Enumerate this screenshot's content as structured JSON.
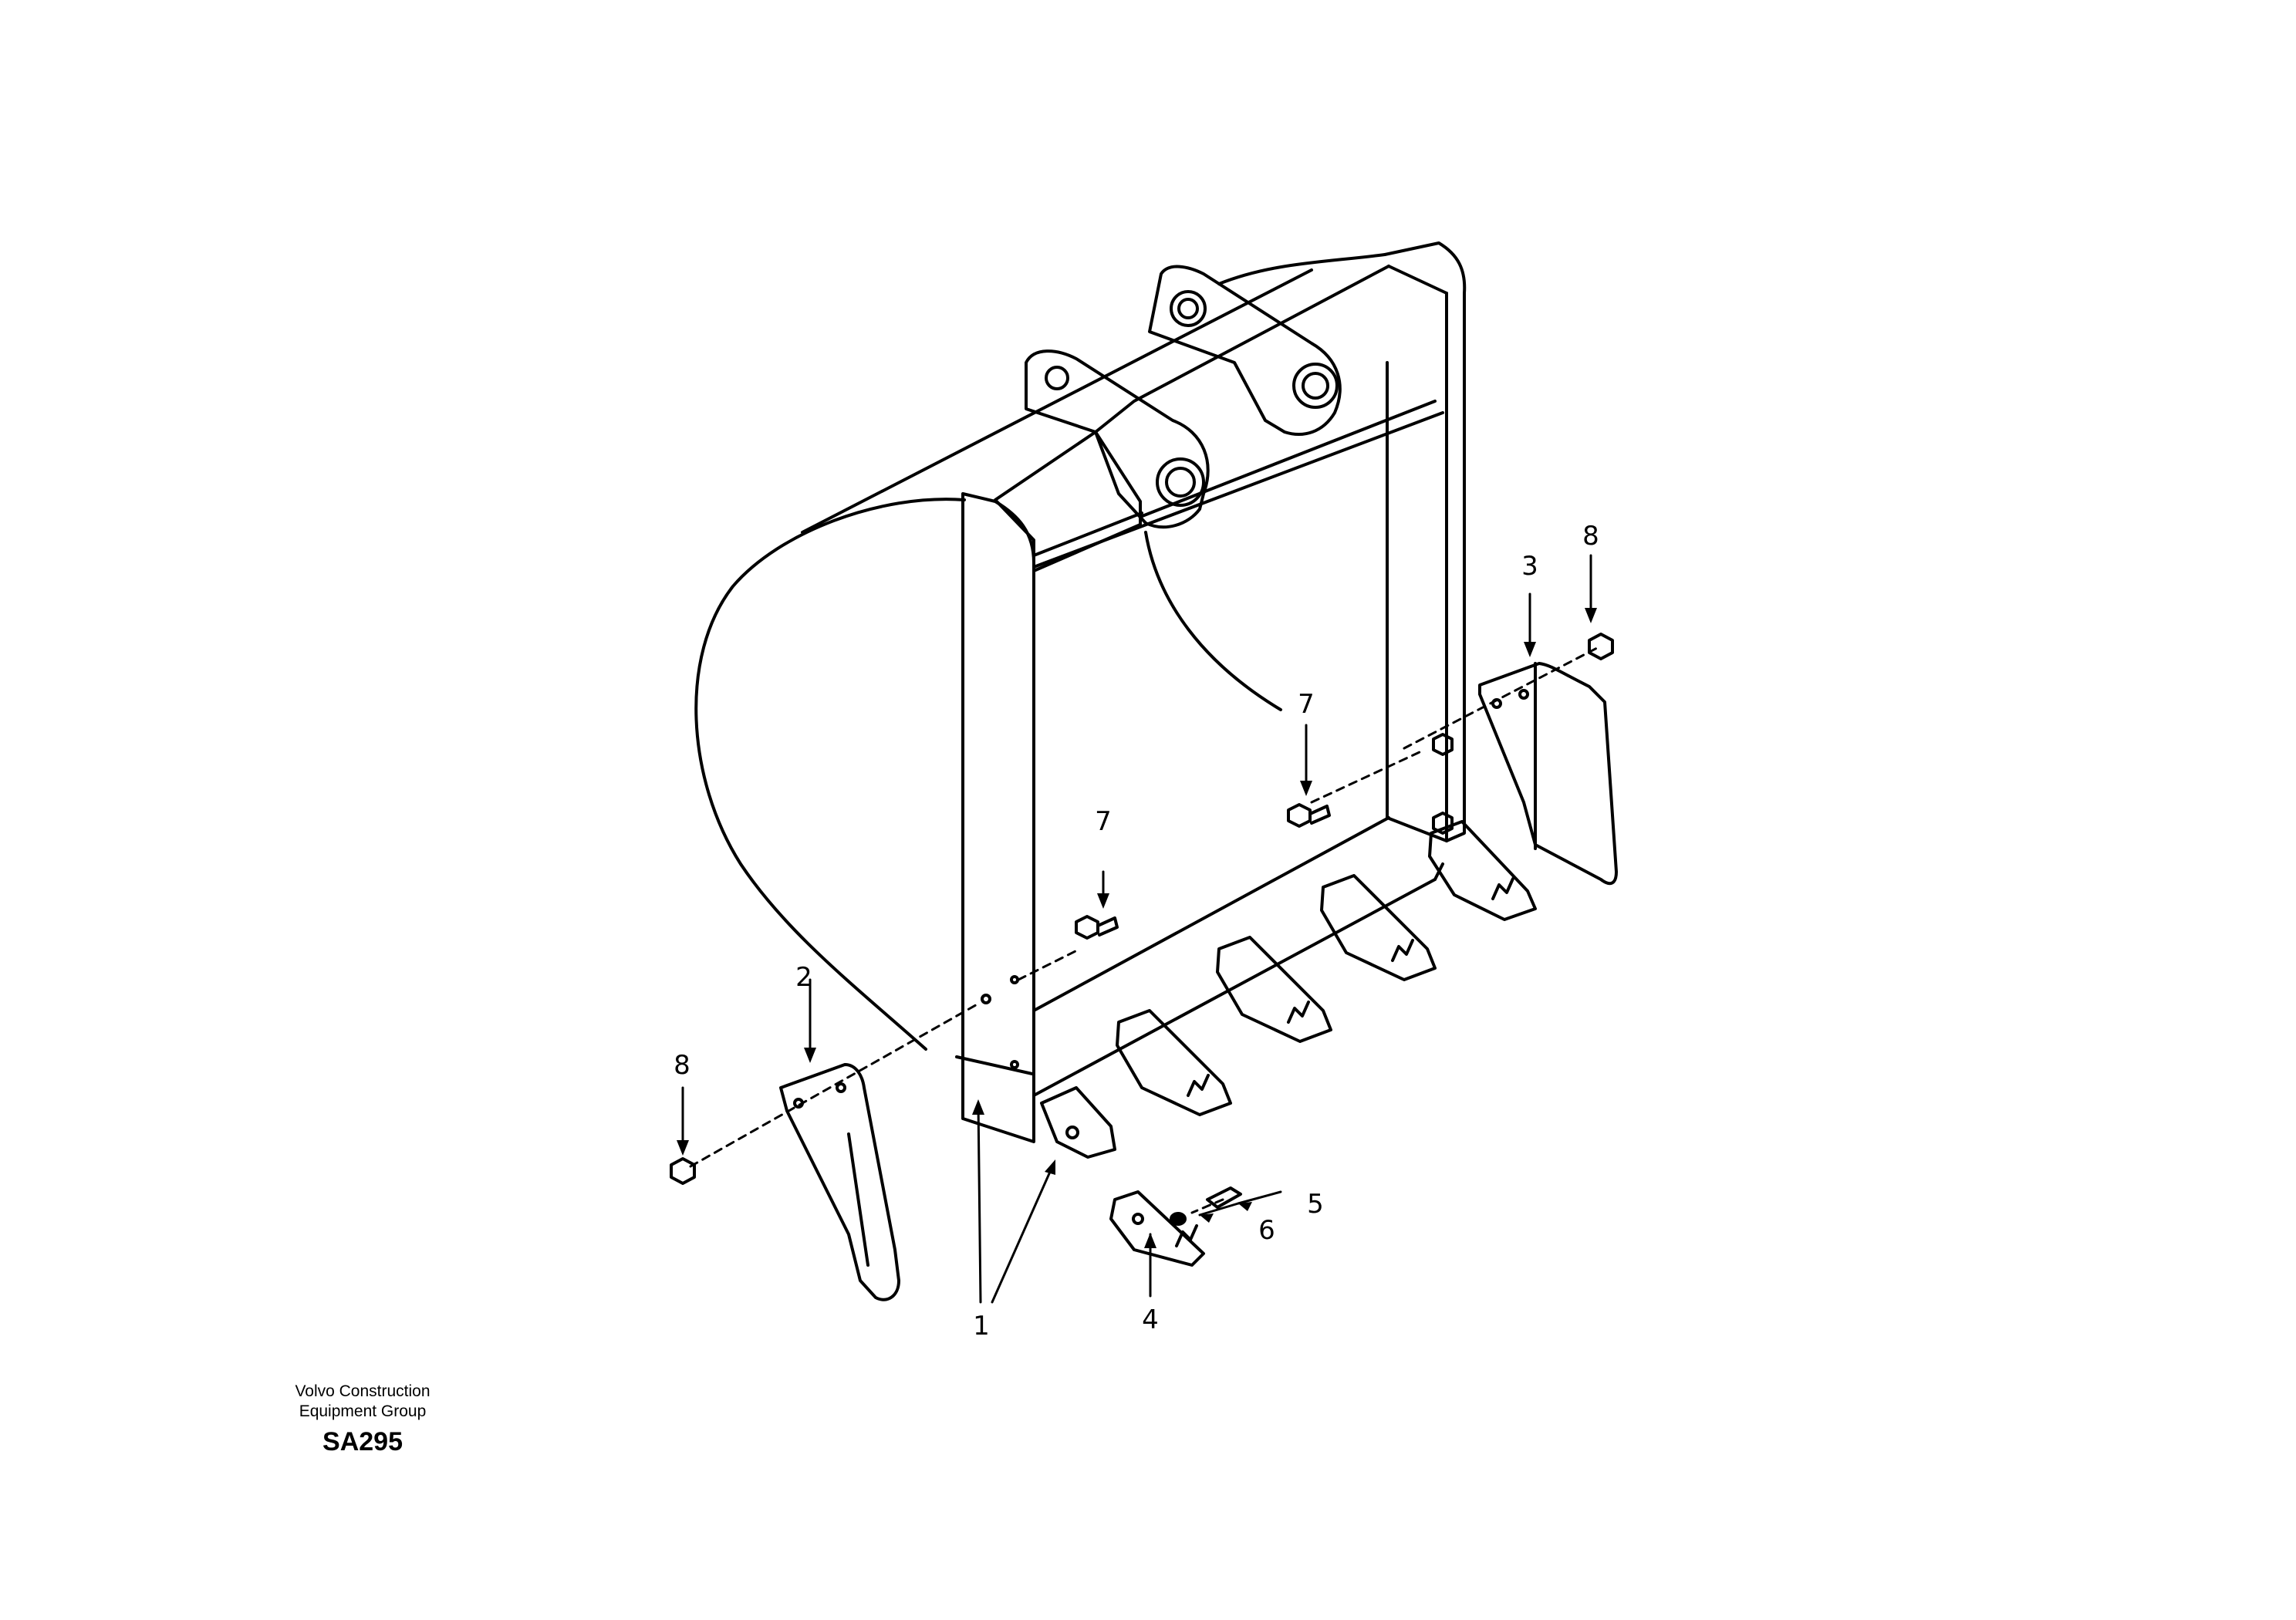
{
  "footer": {
    "brand_line1": "Volvo Construction",
    "brand_line2": "Equipment Group",
    "figure_code": "SA295"
  },
  "callouts": {
    "c1": "1",
    "c2": "2",
    "c3": "3",
    "c4": "4",
    "c5": "5",
    "c6": "6",
    "c7a": "7",
    "c7b": "7",
    "c8a": "8",
    "c8b": "8"
  },
  "colors": {
    "ink": "#000000",
    "paper": "#ffffff"
  }
}
